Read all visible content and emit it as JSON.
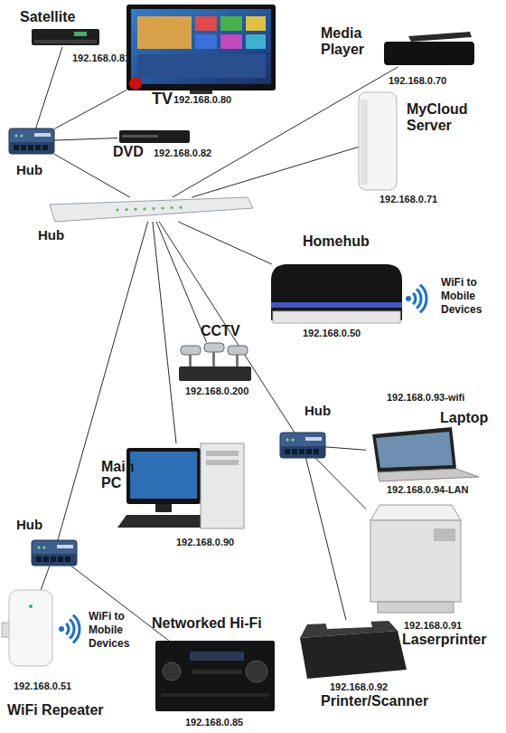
{
  "diagram": {
    "nodes": [
      {
        "text": [
          "Satellite",
          "192.168.0.81"
        ]
      },
      {
        "text": [
          "TV",
          "192.168.0.80"
        ]
      },
      {
        "text": [
          "Media Player",
          "192.168.0.70"
        ]
      },
      {
        "text": [
          "Hub"
        ]
      },
      {
        "text": [
          "DVD",
          "192.168.0.82"
        ]
      },
      {
        "text": [
          "MyCloud Server",
          "192.168.0.71"
        ]
      },
      {
        "text": [
          "Hub"
        ]
      },
      {
        "text": [
          "Homehub",
          "192.168.0.50",
          "WiFi to Mobile Devices"
        ]
      },
      {
        "text": [
          "CCTV",
          "192.168.0.200"
        ]
      },
      {
        "text": [
          "Hub"
        ]
      },
      {
        "text": [
          "192.168.0.93-wifi",
          "Laptop",
          "192.168.0.94-LAN"
        ]
      },
      {
        "text": [
          "Main PC",
          "192.168.0.90"
        ]
      },
      {
        "text": [
          "192.168.0.91",
          "Laserprinter"
        ]
      },
      {
        "text": [
          "Hub"
        ]
      },
      {
        "text": [
          "Networked Hi-Fi",
          "192.168.0.85"
        ]
      },
      {
        "text": [
          "192.168.0.92",
          "Printer/Scanner"
        ]
      },
      {
        "text": [
          "WiFi to Mobile Devices",
          "192.168.0.51",
          "WiFi Repeater"
        ]
      }
    ],
    "edges": [
      {
        "from": 3,
        "to": 0,
        "arrow": "none"
      },
      {
        "from": 3,
        "to": 1,
        "arrow": "none"
      },
      {
        "from": 3,
        "to": 4,
        "arrow": "none"
      },
      {
        "from": 6,
        "to": 3,
        "arrow": "none"
      },
      {
        "from": 6,
        "to": 2,
        "arrow": "none"
      },
      {
        "from": 6,
        "to": 5,
        "arrow": "none"
      },
      {
        "from": 6,
        "to": 7,
        "arrow": "none"
      },
      {
        "from": 6,
        "to": 8,
        "arrow": "none"
      },
      {
        "from": 6,
        "to": 11,
        "arrow": "none"
      },
      {
        "from": 6,
        "to": 9,
        "arrow": "none"
      },
      {
        "from": 6,
        "to": 13,
        "arrow": "none"
      },
      {
        "from": 9,
        "to": 10,
        "arrow": "none"
      },
      {
        "from": 9,
        "to": 12,
        "arrow": "none"
      },
      {
        "from": 9,
        "to": 15,
        "arrow": "none"
      },
      {
        "from": 13,
        "to": 16,
        "arrow": "none"
      },
      {
        "from": 13,
        "to": 14,
        "arrow": "none"
      }
    ]
  }
}
